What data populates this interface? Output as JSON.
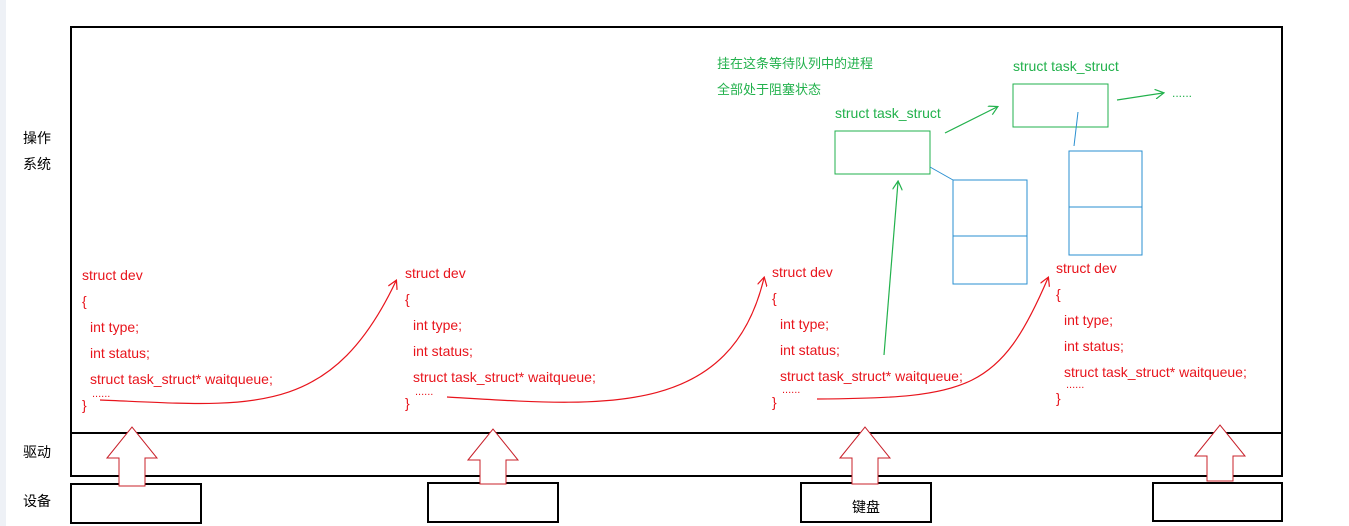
{
  "layers": {
    "os_line1": "操作",
    "os_line2": "系统",
    "driver": "驱动",
    "device": "设备"
  },
  "devices": [
    {
      "label": ""
    },
    {
      "label": ""
    },
    {
      "label": "键盘"
    },
    {
      "label": ""
    }
  ],
  "dev_struct": {
    "line1": "struct dev",
    "line2": "{",
    "line3": "int type;",
    "line4": "int status;",
    "line5": "struct task_struct* waitqueue;",
    "line6": "......",
    "line7": "}"
  },
  "wait_note": {
    "line1": "挂在这条等待队列中的进程",
    "line2": "全部处于阻塞状态"
  },
  "task_nodes": [
    {
      "label": "struct task_struct"
    },
    {
      "label": "struct task_struct"
    }
  ],
  "ellipsis": "......",
  "colors": {
    "struct_text": "#e8141c",
    "note_text": "#22b14c",
    "task_box": "#22b14c",
    "stack_box": "#2a8fd0",
    "border": "#000000"
  }
}
